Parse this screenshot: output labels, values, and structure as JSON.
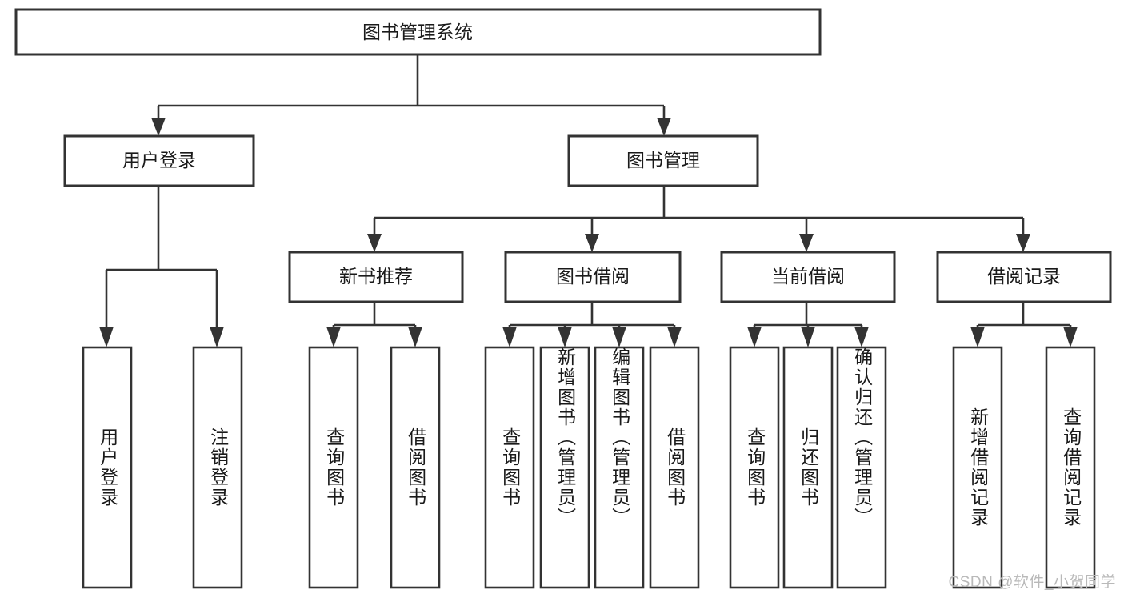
{
  "diagram": {
    "type": "tree-hierarchy",
    "orientation": "top-down",
    "root": {
      "label": "图书管理系统"
    },
    "level2": [
      {
        "label": "用户登录"
      },
      {
        "label": "图书管理"
      }
    ],
    "level3": [
      {
        "label": "新书推荐"
      },
      {
        "label": "图书借阅"
      },
      {
        "label": "当前借阅"
      },
      {
        "label": "借阅记录"
      }
    ],
    "leaves": {
      "user_login": [
        {
          "label": "用户登录"
        },
        {
          "label": "注销登录"
        }
      ],
      "new_book_recommend": [
        {
          "label": "查询图书"
        },
        {
          "label": "借阅图书"
        }
      ],
      "book_borrow": [
        {
          "label": "查询图书"
        },
        {
          "label": "新增图书（管理员）"
        },
        {
          "label": "编辑图书（管理员）"
        },
        {
          "label": "借阅图书"
        }
      ],
      "current_borrow": [
        {
          "label": "查询图书"
        },
        {
          "label": "归还图书"
        },
        {
          "label": "确认归还（管理员）"
        }
      ],
      "borrow_record": [
        {
          "label": "新增借阅记录"
        },
        {
          "label": "查询借阅记录"
        }
      ]
    }
  },
  "watermark": {
    "text": "CSDN @软件_小贺同学"
  },
  "colors": {
    "box_stroke": "#333333",
    "box_fill": "#ffffff",
    "text": "#1a1a1a",
    "watermark": "#b9b9b9",
    "background": "#ffffff"
  }
}
